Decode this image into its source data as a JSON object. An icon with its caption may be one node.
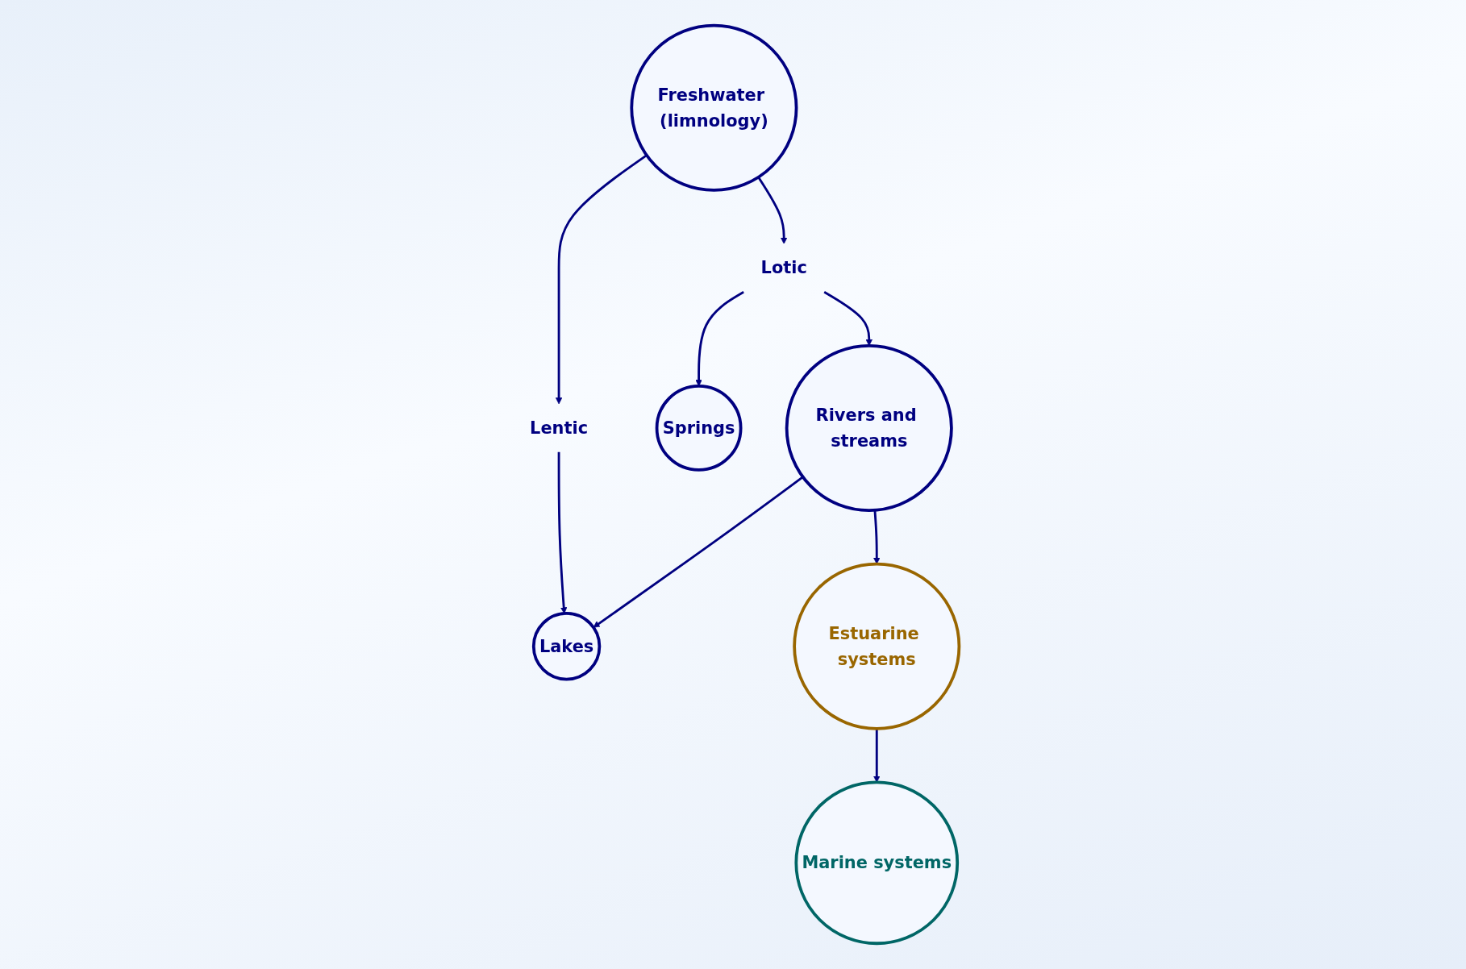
{
  "diagram": {
    "nodes": [
      {
        "text": [
          "Freshwater (limnology)"
        ]
      },
      {
        "text": [
          "Lotic"
        ]
      },
      {
        "text": [
          "Lentic"
        ]
      },
      {
        "text": [
          "Springs"
        ]
      },
      {
        "text": [
          "Rivers and streams"
        ]
      },
      {
        "text": [
          "Lakes"
        ]
      },
      {
        "text": [
          "Estuarine systems"
        ]
      },
      {
        "text": [
          "Marine systems"
        ]
      }
    ],
    "edges": [
      {
        "from": 0,
        "to": 1,
        "arrow": "to"
      },
      {
        "from": 0,
        "to": 2,
        "arrow": "to"
      },
      {
        "from": 1,
        "to": 3,
        "arrow": "to"
      },
      {
        "from": 1,
        "to": 4,
        "arrow": "to"
      },
      {
        "from": 2,
        "to": 5,
        "arrow": "to"
      },
      {
        "from": 4,
        "to": 5,
        "arrow": "to"
      },
      {
        "from": 4,
        "to": 6,
        "arrow": "to"
      },
      {
        "from": 6,
        "to": 7,
        "arrow": "to"
      }
    ]
  }
}
